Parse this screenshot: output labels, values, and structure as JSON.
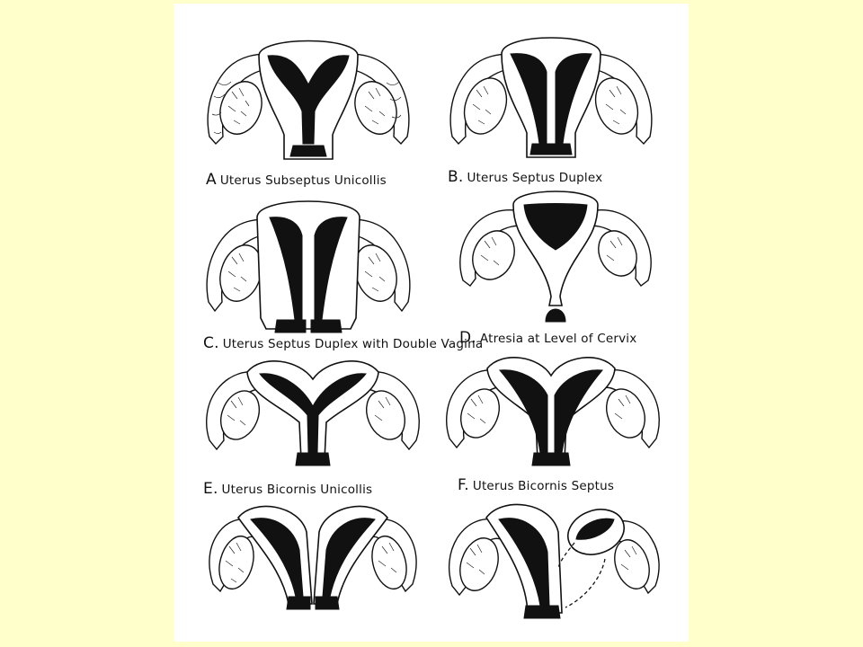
{
  "panels": [
    {
      "letter": "A",
      "caption": "Uterus Subseptus Unicollis"
    },
    {
      "letter": "B.",
      "caption": "Uterus Septus Duplex"
    },
    {
      "letter": "C.",
      "caption": "Uterus Septus Duplex with Double Vagina"
    },
    {
      "letter": "D.",
      "caption": "Atresia at Level of Cervix"
    },
    {
      "letter": "E.",
      "caption": "Uterus Bicornis Unicollis"
    },
    {
      "letter": "F.",
      "caption": "Uterus Bicornis Septus"
    }
  ],
  "colors": {
    "slide_background": "#ffffcc",
    "plate_background": "#ffffff",
    "ink": "#111111"
  }
}
